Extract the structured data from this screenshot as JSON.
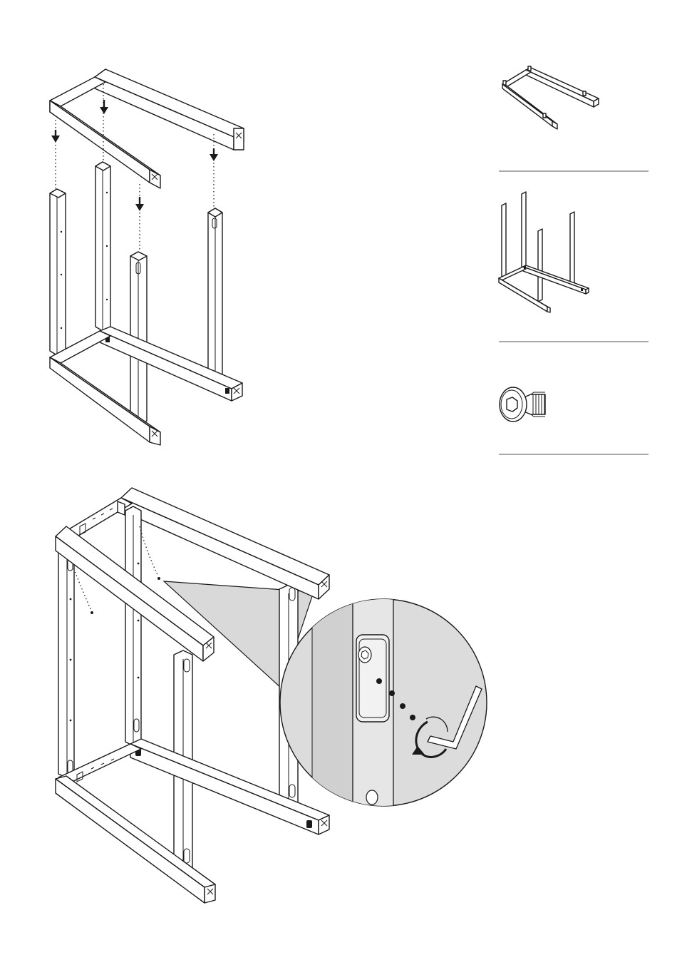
{
  "colors": {
    "line": "#1a1a1a",
    "background": "#ffffff",
    "callout_fill": "#d9d9d9",
    "detail_fill": "#dcdcdc"
  },
  "steps": [
    {
      "name": "step-1-top-frame-and-legs",
      "icon": "arrow-down-icon",
      "arrow_count": 4
    },
    {
      "name": "step-2-screw-fastening",
      "icon": "hex-key-icon"
    }
  ],
  "parts_sidebar": {
    "items": [
      {
        "name": "top-frame-part",
        "icon": "u-frame-icon"
      },
      {
        "name": "base-with-legs-part",
        "icon": "leg-frame-icon"
      },
      {
        "name": "button-head-screw-part",
        "icon": "hex-socket-screw-icon"
      }
    ]
  }
}
